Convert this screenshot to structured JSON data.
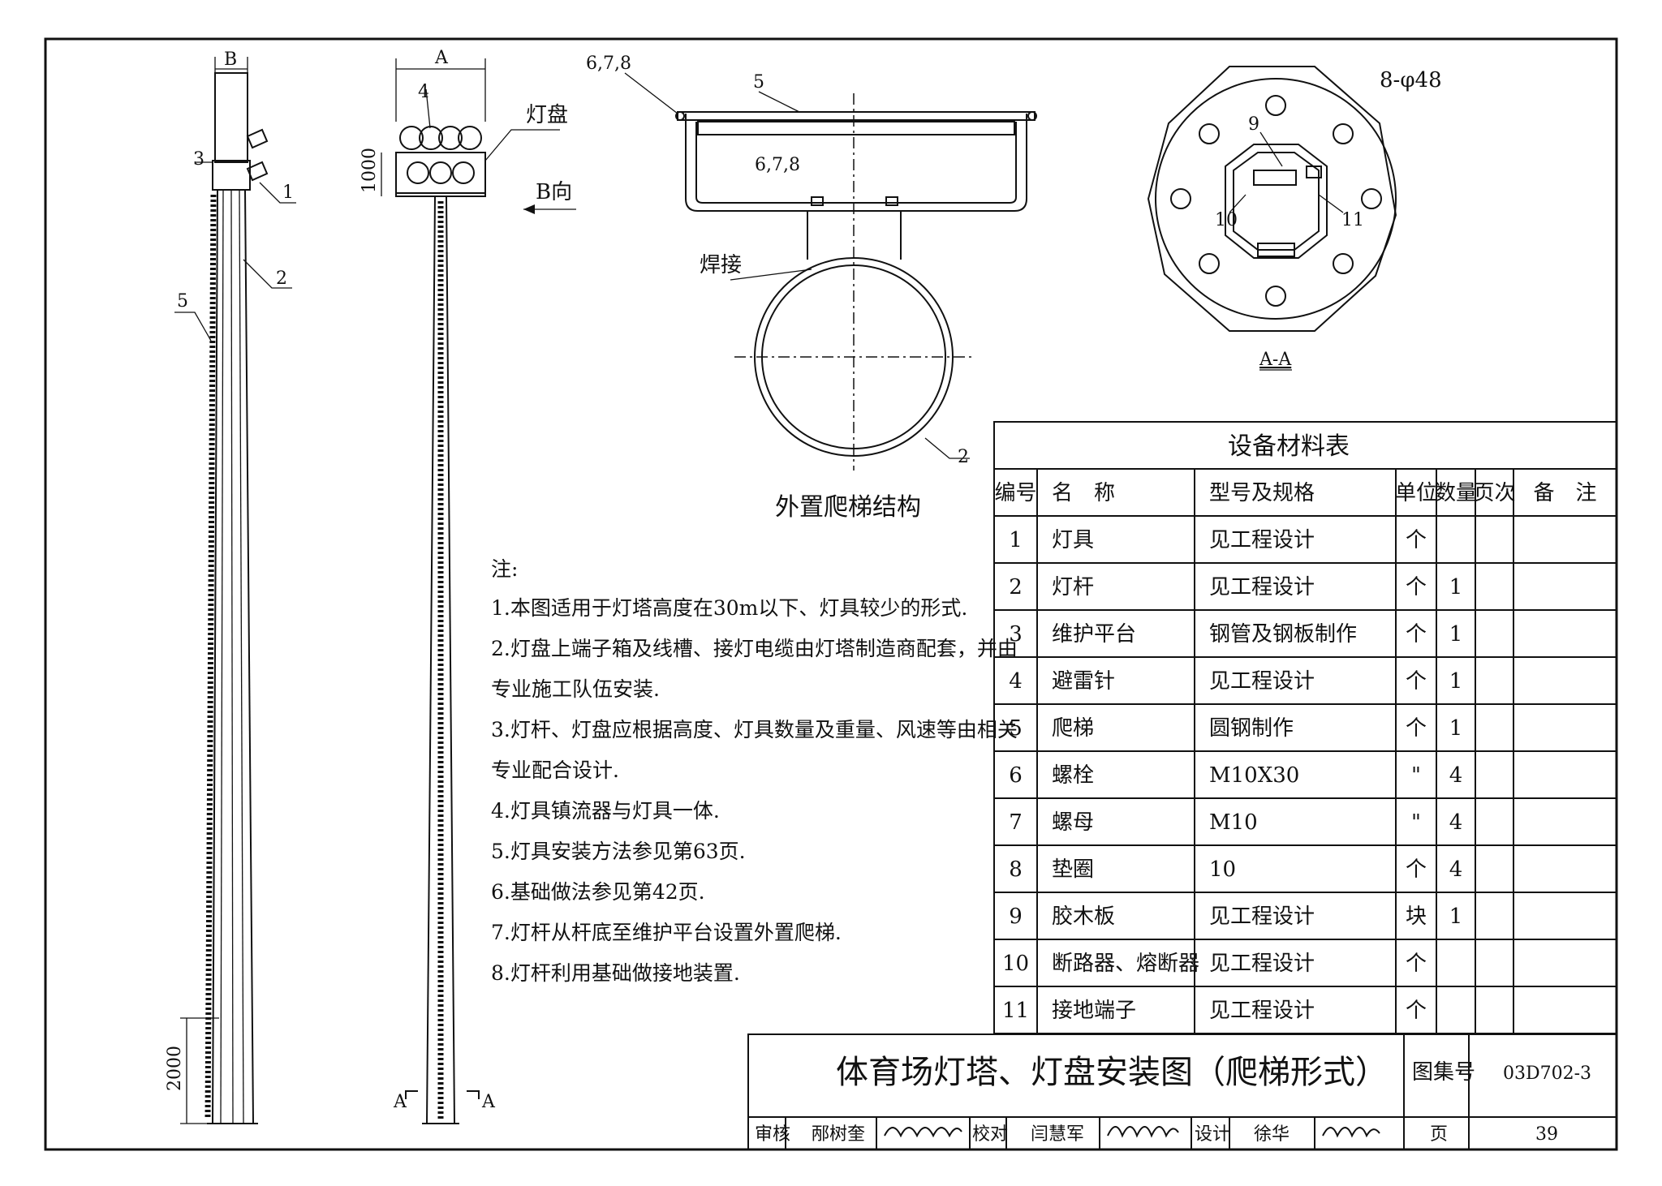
{
  "elevation": {
    "dim_b": "B",
    "dim_a": "A",
    "dim_1000": "1000",
    "dim_2000": "2000",
    "leader_1": "1",
    "leader_2": "2",
    "leader_3": "3",
    "leader_4": "4",
    "leader_5": "5",
    "lamp_panel_label": "灯盘",
    "direction_label": "B向",
    "section_mark_left": "A",
    "section_mark_right": "A"
  },
  "ladder_detail": {
    "title": "外置爬梯结构",
    "leader_678_top": "6,7,8",
    "leader_678_mid": "6,7,8",
    "leader_5": "5",
    "weld_label": "焊接",
    "leader_2": "2"
  },
  "section_aa": {
    "holes_label": "8-φ48",
    "leader_9": "9",
    "leader_10": "10",
    "leader_11": "11",
    "title": "A-A"
  },
  "notes": {
    "heading": "注:",
    "items": [
      "1.本图适用于灯塔高度在30m以下、灯具较少的形式.",
      "2.灯盘上端子箱及线槽、接灯电缆由灯塔制造商配套，并由",
      "专业施工队伍安装.",
      "3.灯杆、灯盘应根据高度、灯具数量及重量、风速等由相关",
      "专业配合设计.",
      "4.灯具镇流器与灯具一体.",
      "5.灯具安装方法参见第63页.",
      "6.基础做法参见第42页.",
      "7.灯杆从杆底至维护平台设置外置爬梯.",
      "8.灯杆利用基础做接地装置."
    ]
  },
  "material_table": {
    "title": "设备材料表",
    "headers": [
      "编号",
      "名　称",
      "型号及规格",
      "单位",
      "数量",
      "页次",
      "备　注"
    ],
    "rows": [
      [
        "1",
        "灯具",
        "见工程设计",
        "个",
        "",
        "",
        ""
      ],
      [
        "2",
        "灯杆",
        "见工程设计",
        "个",
        "1",
        "",
        ""
      ],
      [
        "3",
        "维护平台",
        "钢管及钢板制作",
        "个",
        "1",
        "",
        ""
      ],
      [
        "4",
        "避雷针",
        "见工程设计",
        "个",
        "1",
        "",
        ""
      ],
      [
        "5",
        "爬梯",
        "圆钢制作",
        "个",
        "1",
        "",
        ""
      ],
      [
        "6",
        "螺栓",
        "M10X30",
        "\"",
        "4",
        "",
        ""
      ],
      [
        "7",
        "螺母",
        "M10",
        "\"",
        "4",
        "",
        ""
      ],
      [
        "8",
        "垫圈",
        "10",
        "个",
        "4",
        "",
        ""
      ],
      [
        "9",
        "胶木板",
        "见工程设计",
        "块",
        "1",
        "",
        ""
      ],
      [
        "10",
        "断路器、熔断器",
        "见工程设计",
        "个",
        "",
        "",
        ""
      ],
      [
        "11",
        "接地端子",
        "见工程设计",
        "个",
        "",
        "",
        ""
      ]
    ]
  },
  "title_block": {
    "drawing_title": "体育场灯塔、灯盘安装图（爬梯形式）",
    "atlas_label": "图集号",
    "atlas_number": "03D702-3",
    "review_label": "审核",
    "reviewer": "邴树奎",
    "check_label": "校对",
    "checker": "闫慧军",
    "design_label": "设计",
    "designer": "徐华",
    "page_label": "页",
    "page_number": "39"
  }
}
